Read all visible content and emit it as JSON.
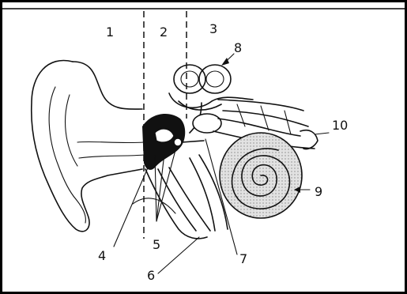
{
  "zones": [
    "1",
    "2",
    "3"
  ],
  "parts": [
    "4",
    "5",
    "6",
    "7",
    "8",
    "9",
    "10"
  ],
  "colors": {
    "ink": "#111111",
    "cochlea_fill": "#d9d9d9",
    "background": "#ffffff"
  }
}
